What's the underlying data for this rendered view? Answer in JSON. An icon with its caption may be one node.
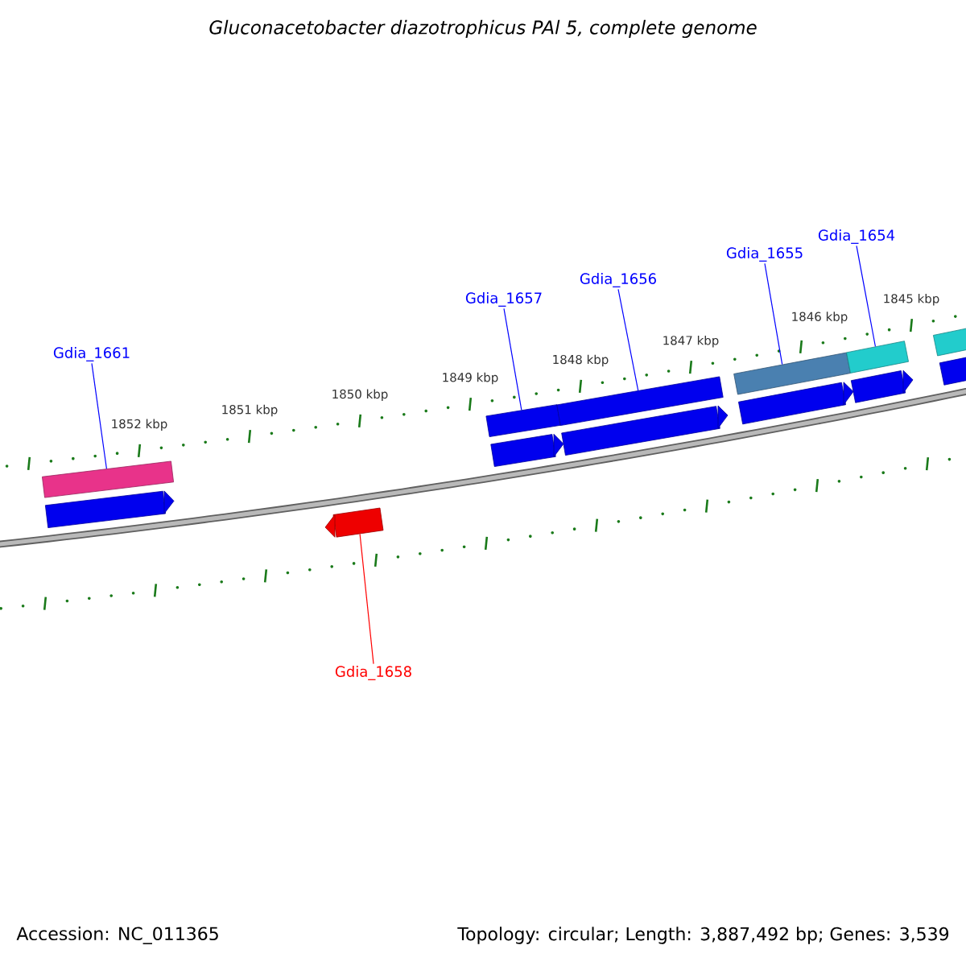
{
  "diagram": {
    "title": "Gluconacetobacter diazotrophicus PAl 5, complete genome",
    "nodes": [
      {
        "text": [
          "Gdia_1661"
        ]
      },
      {
        "text": [
          "Gdia_1657"
        ]
      },
      {
        "text": [
          "Gdia_1656"
        ]
      },
      {
        "text": [
          "Gdia_1655"
        ]
      },
      {
        "text": [
          "Gdia_1654"
        ]
      },
      {
        "text": [
          "Gdia_1658"
        ]
      },
      {
        "text": [],
        "shape": "bar"
      },
      {
        "text": [],
        "shape": "bar"
      },
      {
        "text": [],
        "shape": "bar"
      },
      {
        "text": [],
        "shape": "bar"
      },
      {
        "text": [],
        "shape": "bar"
      },
      {
        "text": [],
        "shape": "bar"
      },
      {
        "text": [],
        "shape": "bar"
      },
      {
        "text": [],
        "shape": "bar"
      },
      {
        "text": [],
        "shape": "bar"
      },
      {
        "text": [],
        "shape": "bar"
      },
      {
        "text": [],
        "shape": "bar"
      },
      {
        "text": [],
        "shape": "bar"
      },
      {
        "text": [],
        "shape": "bar"
      }
    ],
    "edges": [
      {
        "from": 0,
        "to": 6,
        "arrow": "none"
      },
      {
        "from": 1,
        "to": 7,
        "arrow": "none"
      },
      {
        "from": 2,
        "to": 8,
        "arrow": "none"
      },
      {
        "from": 3,
        "to": 9,
        "arrow": "none"
      },
      {
        "from": 4,
        "to": 10,
        "arrow": "none"
      },
      {
        "from": 5,
        "to": 11,
        "arrow": "none",
        "color": "#ff0000"
      }
    ],
    "labels": [
      "1852 kbp",
      "1851 kbp",
      "1850 kbp",
      "1849 kbp",
      "1848 kbp",
      "1847 kbp",
      "1846 kbp",
      "1845 kbp",
      "Accession: NC_011365",
      "Topology: circular; Length: 3,887,492 bp; Genes: 3,539"
    ]
  }
}
